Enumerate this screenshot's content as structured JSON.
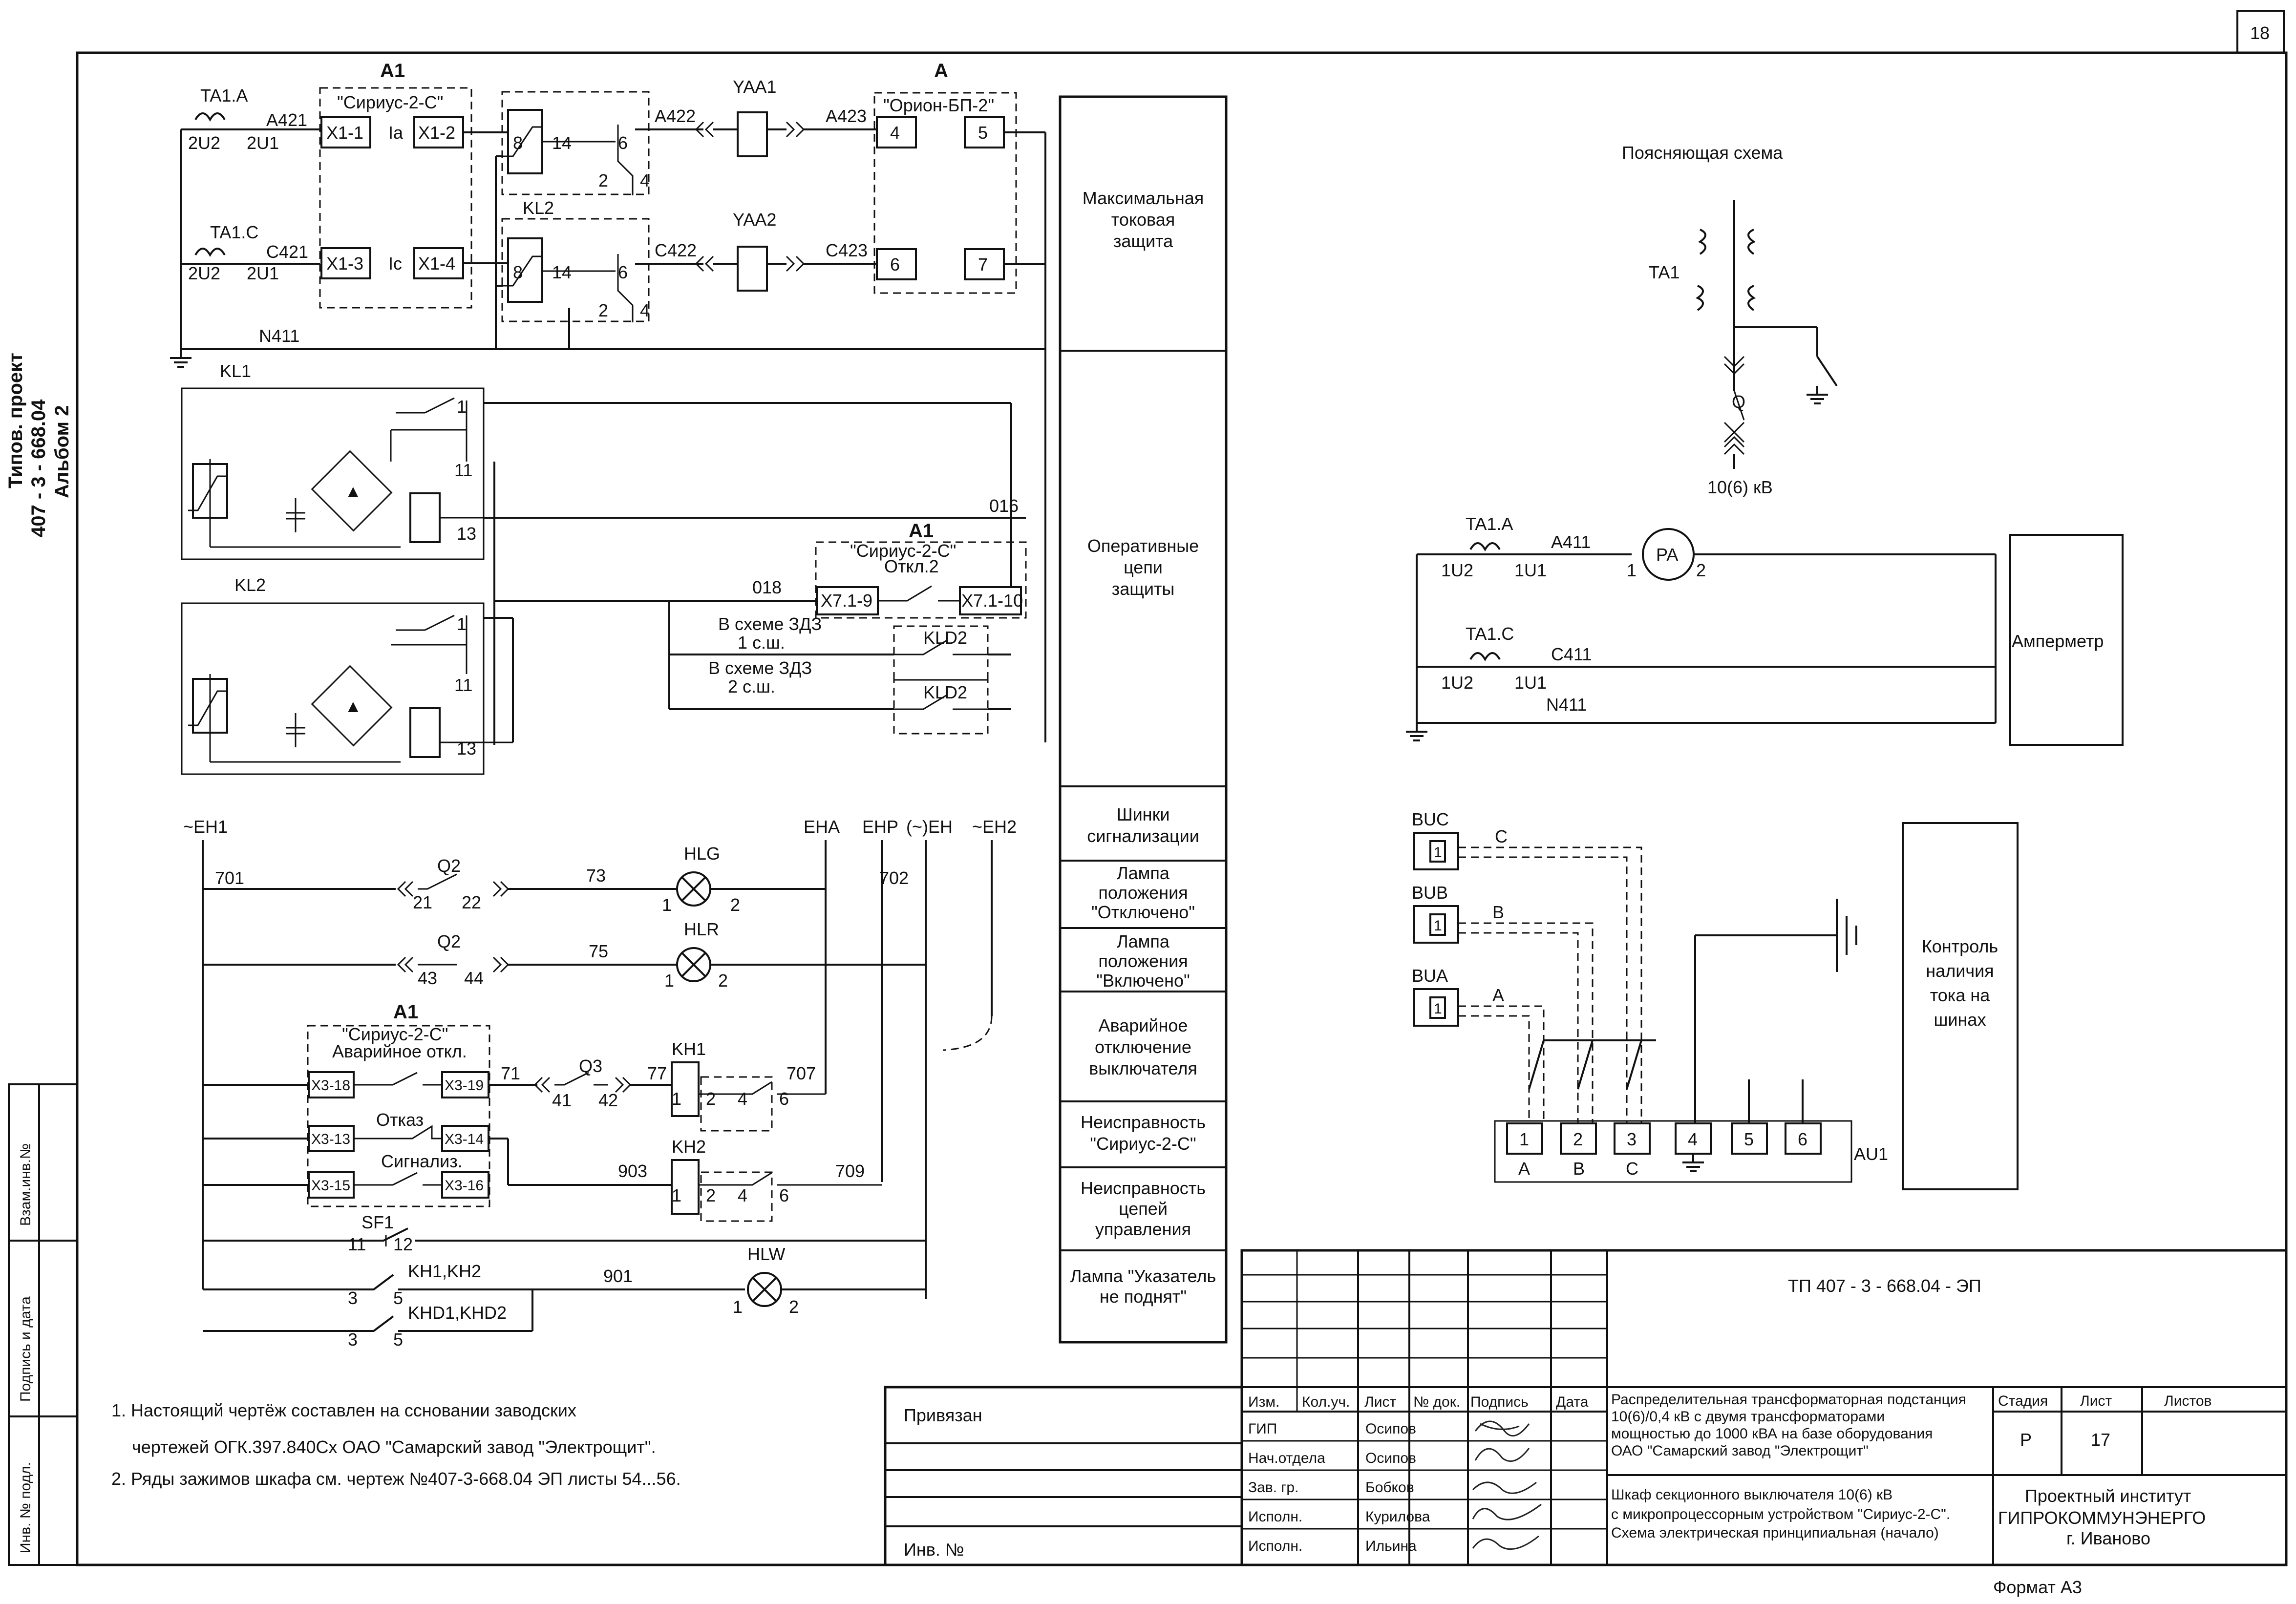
{
  "sheet_number": "18",
  "side_labels": {
    "project": "Типов. проект",
    "code": "407 - 3 - 668.04",
    "album": "Альбом 2",
    "stamp_fields": [
      "Инв. № подл.",
      "Подпись и дата",
      "Взам.инв.№"
    ]
  },
  "groups": [
    "Максимальная токовая защита",
    "Оперативные цепи защиты",
    "Шинки сигнализации",
    "Лампа положения \"Отключено\"",
    "Лампа положения \"Включено\"",
    "Аварийное отключение выключателя",
    "Неисправность \"Сириус-2-С\"",
    "Неисправность цепей управления",
    "Лампа \"Указатель не поднят\""
  ],
  "mtz": {
    "ta1a": "TA1.A",
    "ta1c": "TA1.C",
    "a421": "A421",
    "c421": "C421",
    "n411": "N411",
    "t2u2": "2U2",
    "t2u1": "2U1",
    "a1": "A1",
    "sirius": "\"Сириус-2-С\"",
    "x11": "X1-1",
    "x12": "X1-2",
    "x13": "X1-3",
    "x14": "X1-4",
    "ia": "Ia",
    "ic": "Ic",
    "kl2": "KL2",
    "n8": "8",
    "n14": "14",
    "n6": "6",
    "n2": "2",
    "n4": "4",
    "a422": "A422",
    "c422": "C422",
    "yaa1": "YAA1",
    "yaa2": "YAA2",
    "a423": "A423",
    "c423": "C423",
    "a": "A",
    "orion": "\"Орион-БП-2\"",
    "t4": "4",
    "t5": "5",
    "t6": "6",
    "t7": "7"
  },
  "oper": {
    "kl1": "KL1",
    "kl2": "KL2",
    "n1": "1",
    "n11": "11",
    "n13": "13",
    "w016": "016",
    "w018": "018",
    "a1": "A1",
    "sirius": "\"Сириус-2-С\"",
    "otkl": "Откл.2",
    "x719": "X7.1-9",
    "x7110": "X7.1-10",
    "zdz1": "В схеме ЗДЗ",
    "ssh1": "1 с.ш.",
    "zdz2": "В схеме ЗДЗ",
    "ssh2": "2 с.ш.",
    "kld2": "KLD2"
  },
  "signal": {
    "eh1": "~EH1",
    "eha": "EHA",
    "ehp": "EHP",
    "peh": "(~)EH",
    "eh2": "~EH2",
    "w701": "701",
    "w702": "702",
    "w73": "73",
    "w75": "75",
    "w71": "71",
    "w77": "77",
    "w707": "707",
    "w709": "709",
    "w903": "903",
    "w901": "901",
    "q2a": "Q2",
    "q2b": "Q2",
    "c21": "21",
    "c22": "22",
    "c43": "43",
    "c44": "44",
    "hlg": "HLG",
    "hlr": "HLR",
    "hlw": "HLW",
    "l1": "1",
    "l2": "2",
    "a1": "A1",
    "sirius": "\"Сириус-2-С\"",
    "avar": "Аварийное откл.",
    "otkaz": "Отказ",
    "signaliz": "Сигнализ.",
    "x318": "X3-18",
    "x319": "X3-19",
    "x313": "X3-13",
    "x314": "X3-14",
    "x315": "X3-15",
    "x316": "X3-16",
    "q3": "Q3",
    "c41": "41",
    "c42": "42",
    "kh1": "KH1",
    "kh2": "KH2",
    "n4": "4",
    "n6": "6",
    "sf1": "SF1",
    "s11": "11",
    "s12": "12",
    "khkh": "KH1,KH2",
    "khd": "KHD1,KHD2",
    "n3": "3",
    "n5": "5"
  },
  "explain": {
    "title": "Поясняющая схема",
    "ta1": "TA1",
    "q": "Q",
    "voltage": "10(6) кВ",
    "ta1a": "TA1.A",
    "ta1c": "TA1.C",
    "a411": "A411",
    "c411": "C411",
    "n411": "N411",
    "u2": "1U2",
    "u1": "1U1",
    "pa": "PA",
    "p1": "1",
    "p2": "2",
    "ammeter": "Амперметр"
  },
  "au1": {
    "buc": "BUC",
    "bub": "BUB",
    "bua": "BUA",
    "one": "1",
    "c": "C",
    "b": "B",
    "a": "A",
    "terminals": [
      "1",
      "2",
      "3",
      "4",
      "5",
      "6"
    ],
    "label": "AU1",
    "box": "Контроль наличия тока на шинах"
  },
  "notes": {
    "n1a": "1. Настоящий чертёж составлен на ссновании заводских",
    "n1b": "чертежей ОГК.397.840Сх ОАО \"Самарский завод \"Электрощит\".",
    "n2": "2.  Ряды зажимов шкафа см. чертеж №407-3-668.04 ЭП листы 54...56."
  },
  "bind_block": {
    "privyazan": "Привязан",
    "inv": "Инв. №"
  },
  "title_block": {
    "code": "ТП  407 - 3 - 668.04 - ЭП",
    "cols": [
      "Изм.",
      "Кол.уч.",
      "Лист",
      "№ док.",
      "Подпись",
      "Дата"
    ],
    "roles": [
      "ГИП",
      "Нач.отдела",
      "Зав. гр.",
      "Исполн.",
      "Исполн."
    ],
    "names": [
      "Осипов",
      "Осипов",
      "Бобков",
      "Курилова",
      "Ильина"
    ],
    "object_l1": "Распределительная трансформаторная подстанция",
    "object_l2": "10(6)/0,4 кВ с двумя трансформаторами",
    "object_l3": "мощностью до 1000 кВА на базе оборудования",
    "object_l4": "ОАО \"Самарский завод \"Электрощит\"",
    "sheet_l1": "Шкаф секционного выключателя 10(6) кВ",
    "sheet_l2": "с микропроцессорным устройством \"Сириус-2-С\".",
    "sheet_l3": "Схема электрическая принципиальная (начало)",
    "stage_h": "Стадия",
    "list_h": "Лист",
    "lists_h": "Листов",
    "stage": "Р",
    "list": "17",
    "org_l1": "Проектный институт",
    "org_l2": "ГИПРОКОММУНЭНЕРГО",
    "org_l3": "г. Иваново",
    "format": "Формат А3"
  }
}
